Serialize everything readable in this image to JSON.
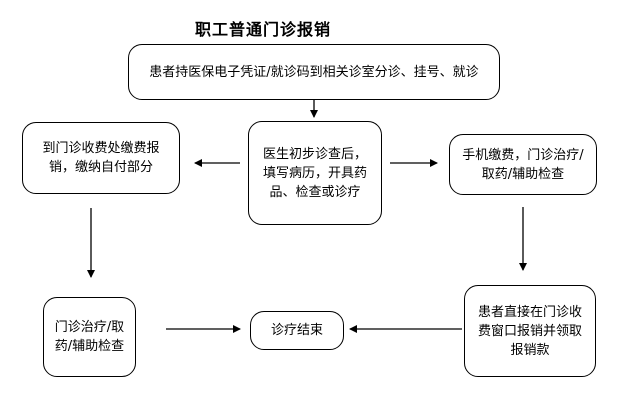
{
  "diagram": {
    "title": "职工普通门诊报销",
    "nodes": {
      "start": "患者持医保电子凭证/就诊码到相关诊室分诊、挂号、就诊",
      "doctor": "医生初步诊查后，填写病历，开具药品、检查或诊疗",
      "left_pay": "到门诊收费处缴费报销，缴纳自付部分",
      "right_pay": "手机缴费，门诊治疗/取药/辅助检查",
      "left_treat": "门诊治疗/取药/辅助检查",
      "end": "诊疗结束",
      "right_claim": "患者直接在门诊收费窗口报销并领取报销款"
    }
  }
}
